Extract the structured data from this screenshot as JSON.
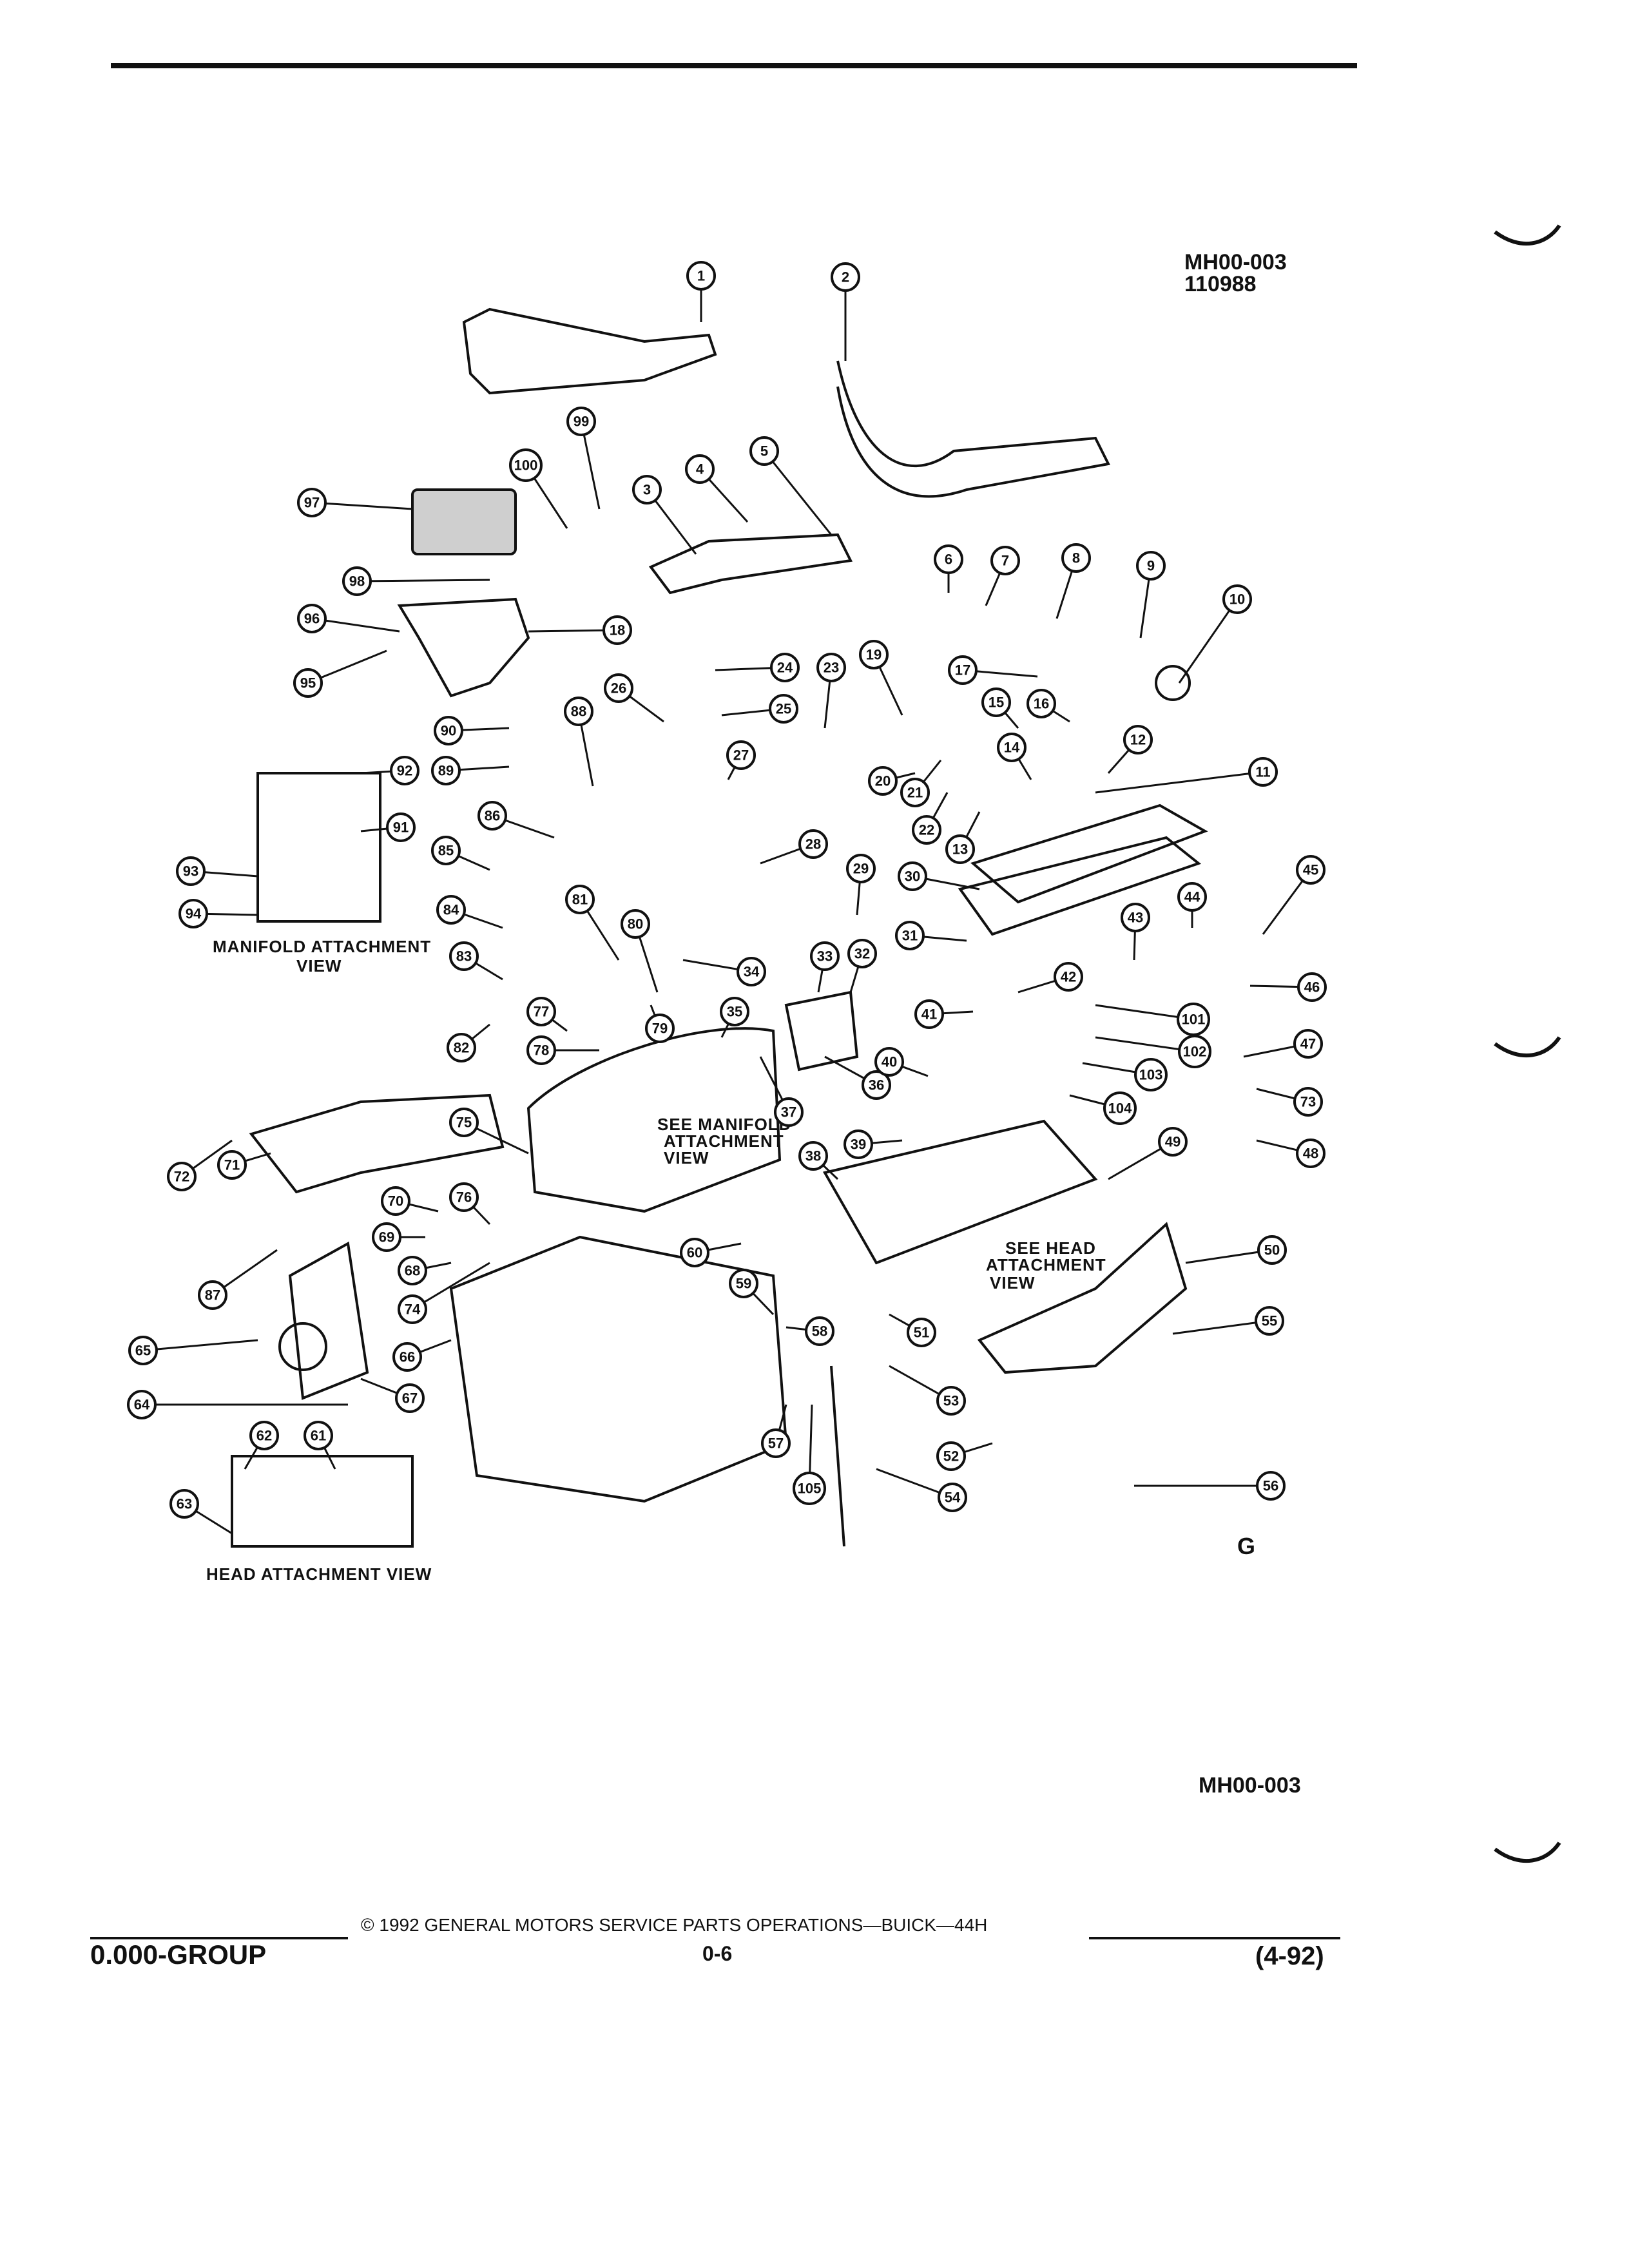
{
  "header": {
    "diagram_code": "MH00-003",
    "diagram_number": "110988"
  },
  "diagram": {
    "callouts": [
      "1",
      "2",
      "3",
      "4",
      "5",
      "6",
      "7",
      "8",
      "9",
      "10",
      "11",
      "12",
      "13",
      "14",
      "15",
      "16",
      "17",
      "18",
      "19",
      "20",
      "21",
      "22",
      "23",
      "24",
      "25",
      "26",
      "27",
      "28",
      "29",
      "30",
      "31",
      "32",
      "33",
      "34",
      "35",
      "36",
      "37",
      "38",
      "39",
      "40",
      "41",
      "42",
      "43",
      "44",
      "45",
      "46",
      "47",
      "48",
      "49",
      "50",
      "51",
      "52",
      "53",
      "54",
      "55",
      "56",
      "57",
      "58",
      "59",
      "60",
      "61",
      "62",
      "63",
      "64",
      "65",
      "66",
      "67",
      "68",
      "69",
      "70",
      "71",
      "72",
      "73",
      "74",
      "75",
      "76",
      "77",
      "78",
      "79",
      "80",
      "81",
      "82",
      "83",
      "84",
      "85",
      "86",
      "87",
      "88",
      "89",
      "90",
      "91",
      "92",
      "93",
      "94",
      "95",
      "96",
      "97",
      "98",
      "99",
      "100",
      "101",
      "102",
      "103",
      "104",
      "105"
    ],
    "view_labels": {
      "manifold_attachment": [
        "MANIFOLD ATTACHMENT",
        "VIEW"
      ],
      "see_manifold": [
        "SEE MANIFOLD",
        "ATTACHMENT",
        "VIEW"
      ],
      "see_head": [
        "SEE HEAD",
        "ATTACHMENT",
        "VIEW"
      ],
      "head_attachment": "HEAD ATTACHMENT VIEW"
    },
    "corner_mark": "G"
  },
  "footer_code": "MH00-003",
  "footer": {
    "group": "0.000-GROUP",
    "copyright": "© 1992 GENERAL MOTORS SERVICE PARTS OPERATIONS—BUICK—44H",
    "page": "0-6",
    "revision": "(4-92)"
  }
}
